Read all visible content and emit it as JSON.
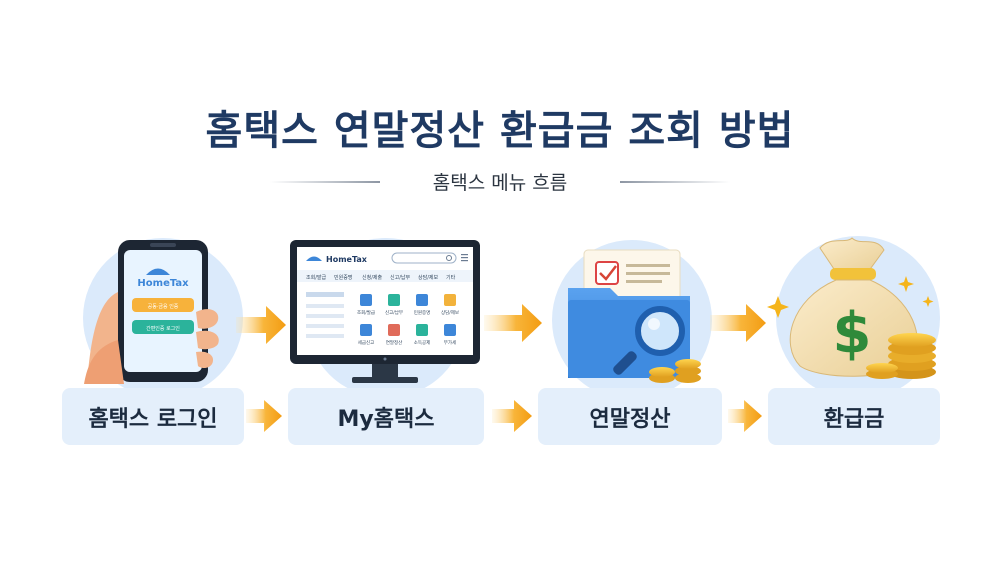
{
  "title": "홈택스 연말정산 환급금 조회 방법",
  "subtitle": "홈택스 메뉴 흐름",
  "steps": [
    {
      "label": "홈택스 로그인"
    },
    {
      "label": "My홈택스"
    },
    {
      "label": "연말정산"
    },
    {
      "label": "환급금"
    }
  ],
  "phone": {
    "brand": "HomeTax",
    "buttons": [
      "공동·금융 인증",
      "간편인증 로그인"
    ]
  },
  "monitor": {
    "brand": "HomeTax",
    "menu": [
      "조회/발급",
      "민원증명",
      "신청/제출",
      "신고/납부",
      "상담/제보",
      "기타"
    ],
    "tiles": [
      "조회/발급",
      "신고/납부",
      "민원증명",
      "상담/제보",
      "세금신고",
      "연말정산",
      "소득공제",
      "부가세"
    ]
  },
  "moneybag": {
    "symbol": "$"
  },
  "colors": {
    "title": "#1f3a63",
    "label_bg": "#e4effb",
    "arrow": "#f5a417",
    "circle": "#dbeafb"
  }
}
